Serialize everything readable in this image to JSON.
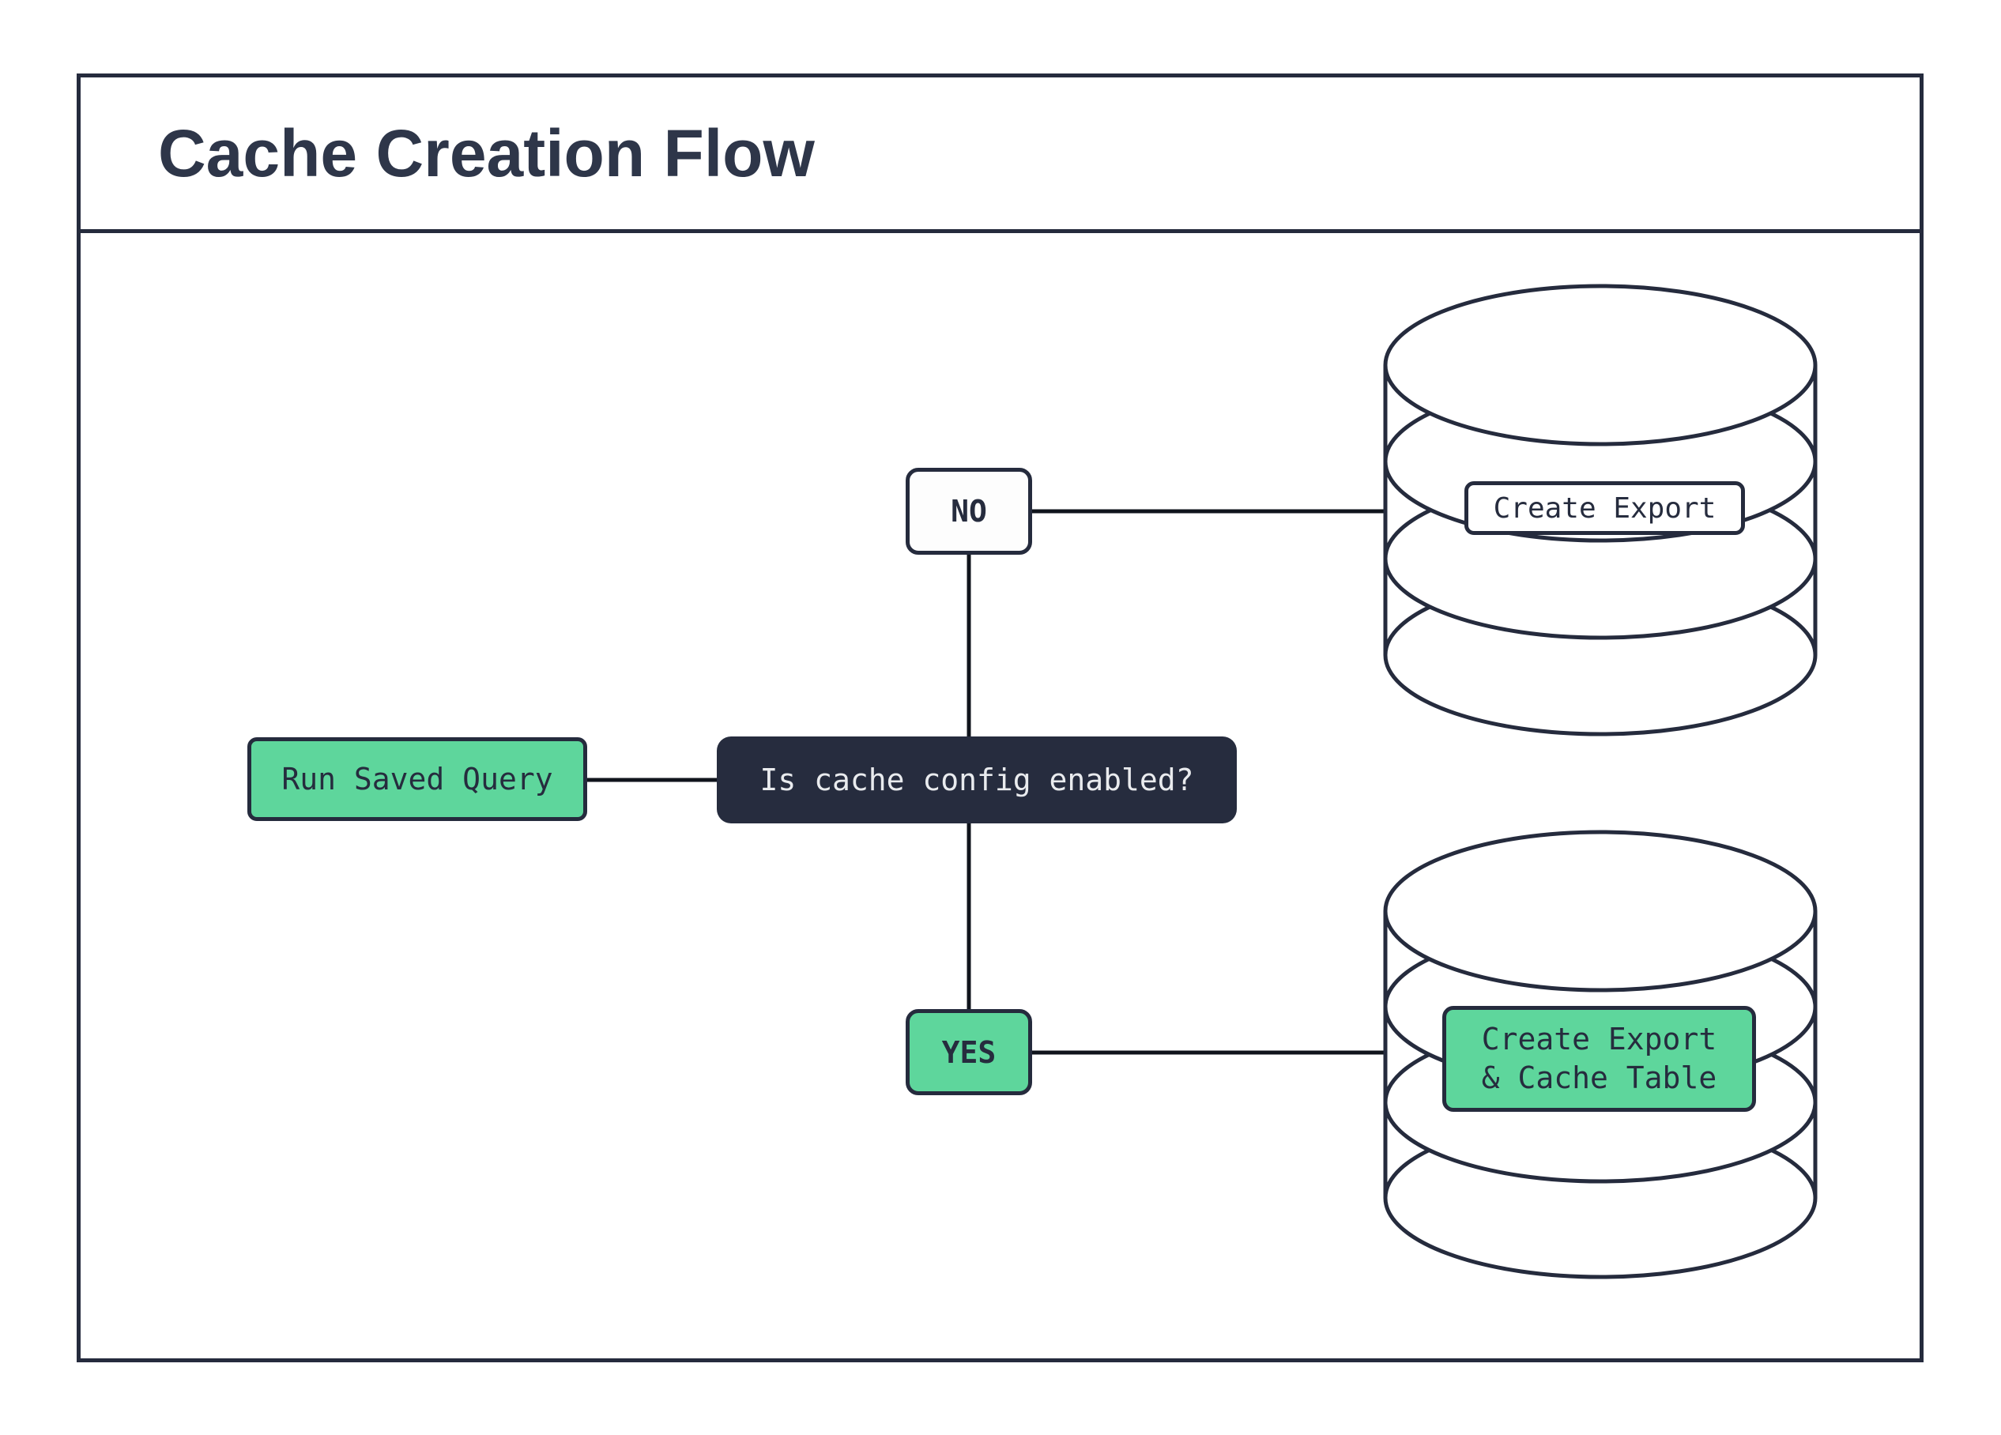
{
  "title": "Cache Creation Flow",
  "nodes": {
    "run_saved_query": {
      "label": "Run Saved Query"
    },
    "question": {
      "label": "Is cache config enabled?"
    },
    "branch_no": {
      "label": "NO"
    },
    "branch_yes": {
      "label": "YES"
    },
    "db_action_no": {
      "label": "Create Export"
    },
    "db_action_yes": {
      "label": "Create Export\n& Cache Table"
    }
  },
  "icons": {
    "top_database": "database-icon",
    "bottom_database": "database-icon"
  },
  "colors": {
    "accent_green": "#5ED69C",
    "dark_navy": "#262C3E",
    "outline": "#252B3D",
    "connector": "#10141C",
    "light_text": "#E9EBEE",
    "title_text": "#2E3649",
    "background": "#FFFFFF"
  }
}
